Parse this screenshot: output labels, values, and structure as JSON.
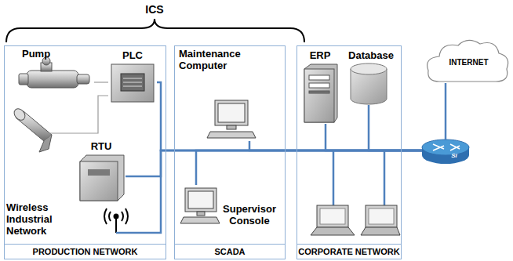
{
  "diagram": {
    "nodes": [
      {
        "text": [
          "PRODUCTION NETWORK"
        ]
      },
      {
        "text": [
          "Pump"
        ],
        "in": 0
      },
      {
        "text": [
          "PLC"
        ],
        "in": 0
      },
      {
        "text": [
          "RTU"
        ],
        "in": 0
      },
      {
        "text": [
          "Wireless Industrial Network"
        ],
        "in": 0
      },
      {
        "text": [
          "SCADA"
        ]
      },
      {
        "text": [
          "Maintenance Computer"
        ],
        "in": 5
      },
      {
        "text": [
          "Supervisor Console"
        ],
        "in": 5
      },
      {
        "text": [
          "CORPORATE NETWORK"
        ]
      },
      {
        "text": [
          "ERP"
        ],
        "in": 8
      },
      {
        "text": [
          "Database"
        ],
        "in": 8
      },
      {
        "text": [
          "INTERNET"
        ]
      },
      {
        "text": [
          "Si"
        ]
      }
    ],
    "edges": [
      {
        "from": 1,
        "to": 2,
        "arrow": "none"
      },
      {
        "from": 2,
        "to": 12,
        "arrow": "none"
      },
      {
        "from": 3,
        "to": 12,
        "arrow": "none"
      },
      {
        "from": 4,
        "to": 12,
        "arrow": "none"
      },
      {
        "from": 6,
        "to": 12,
        "arrow": "none"
      },
      {
        "from": 7,
        "to": 12,
        "arrow": "none"
      },
      {
        "from": 9,
        "to": 12,
        "arrow": "none"
      },
      {
        "from": 10,
        "to": 12,
        "arrow": "none"
      },
      {
        "from": 12,
        "to": 11,
        "arrow": "none"
      }
    ],
    "labels": [
      "ICS"
    ]
  }
}
